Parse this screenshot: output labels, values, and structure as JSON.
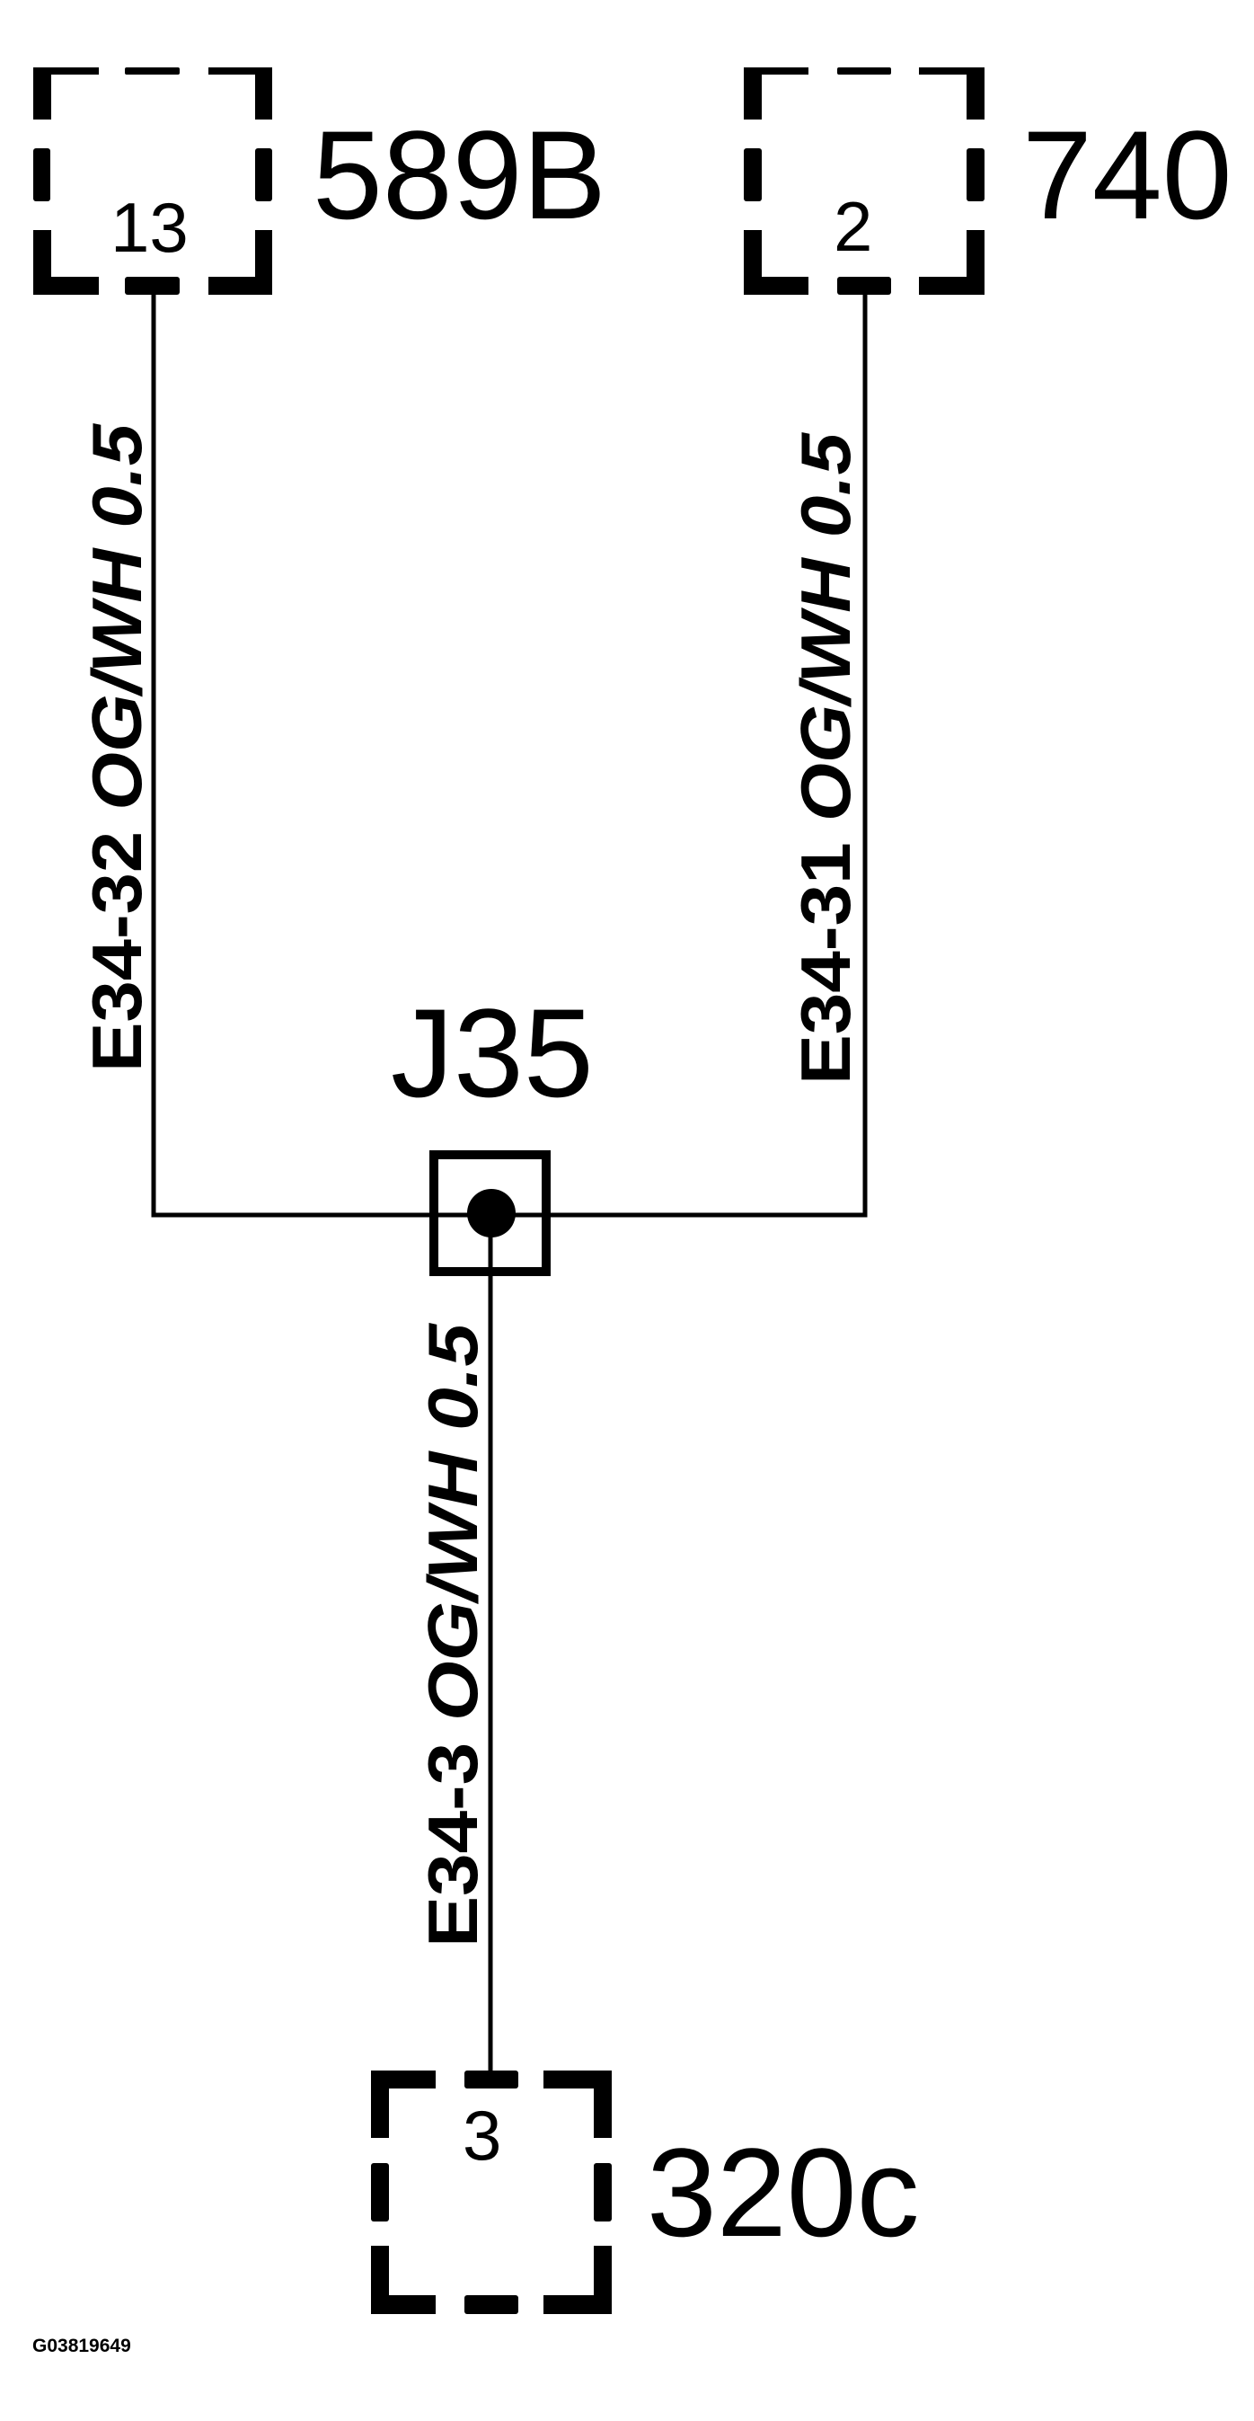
{
  "diagram": {
    "type": "wiring-schematic",
    "figure_id": "G03819649",
    "colors": {
      "line": "#000000",
      "background": "#ffffff"
    },
    "connectors": [
      {
        "id": "589B",
        "label": "589B",
        "pin": "13",
        "position": "top-left"
      },
      {
        "id": "740",
        "label": "740",
        "pin": "2",
        "position": "top-right"
      },
      {
        "id": "320c",
        "label": "320c",
        "pin": "3",
        "position": "bottom"
      }
    ],
    "junction": {
      "label": "J35"
    },
    "wires": [
      {
        "from": "589B:13",
        "to": "J35",
        "circuit": "E34-32",
        "color": "OG/WH",
        "size": "0.5"
      },
      {
        "from": "740:2",
        "to": "J35",
        "circuit": "E34-31",
        "color": "OG/WH",
        "size": "0.5"
      },
      {
        "from": "J35",
        "to": "320c:3",
        "circuit": "E34-3",
        "color": "OG/WH",
        "size": "0.5"
      }
    ]
  }
}
